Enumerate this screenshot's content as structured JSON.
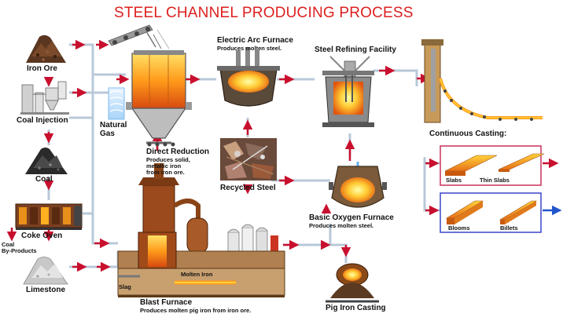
{
  "title": "STEEL CHANNEL PRODUCING PROCESS",
  "colors": {
    "title": "#dd1f1f",
    "arrow": "#c8102e",
    "blue_arrow": "#2255cc",
    "flow_line": "#b8c8d8",
    "furnace_orange": "#f08a1a",
    "molten": "#ffcc33",
    "brick": "#9a4a1c",
    "slab_box_border": "#c8305a",
    "bloom_box_border": "#3a45c8"
  },
  "labels": {
    "iron_ore": "Iron Ore",
    "coal_injection": "Coal Injection",
    "natural_gas": "Natural\nGas",
    "coal": "Coal",
    "coke_oven": "Coke Oven",
    "coal_byproducts": "Coal\nBy-Products",
    "limestone": "Limestone",
    "direct_reduction": "Direct Reduction",
    "direct_reduction_desc": "Produces solid,\nmetallic iron\nfrom iron ore.",
    "electric_arc_furnace": "Electric Arc Furnace",
    "electric_arc_furnace_desc": "Produces molten steel.",
    "steel_refining_facility": "Steel Refining Facility",
    "recycled_steel": "Recycled Steel",
    "basic_oxygen_furnace": "Basic Oxygen Furnace",
    "basic_oxygen_furnace_desc": "Produces molten steel.",
    "continuous_casting": "Continuous Casting:",
    "slabs": "Slabs",
    "thin_slabs": "Thin Slabs",
    "blooms": "Blooms",
    "billets": "Billets",
    "slag": "Slag",
    "molten_iron": "Molten Iron",
    "blast_furnace": "Blast Furnace",
    "blast_furnace_desc": "Produces molten pig iron from iron ore.",
    "pig_iron_casting": "Pig Iron Casting"
  }
}
